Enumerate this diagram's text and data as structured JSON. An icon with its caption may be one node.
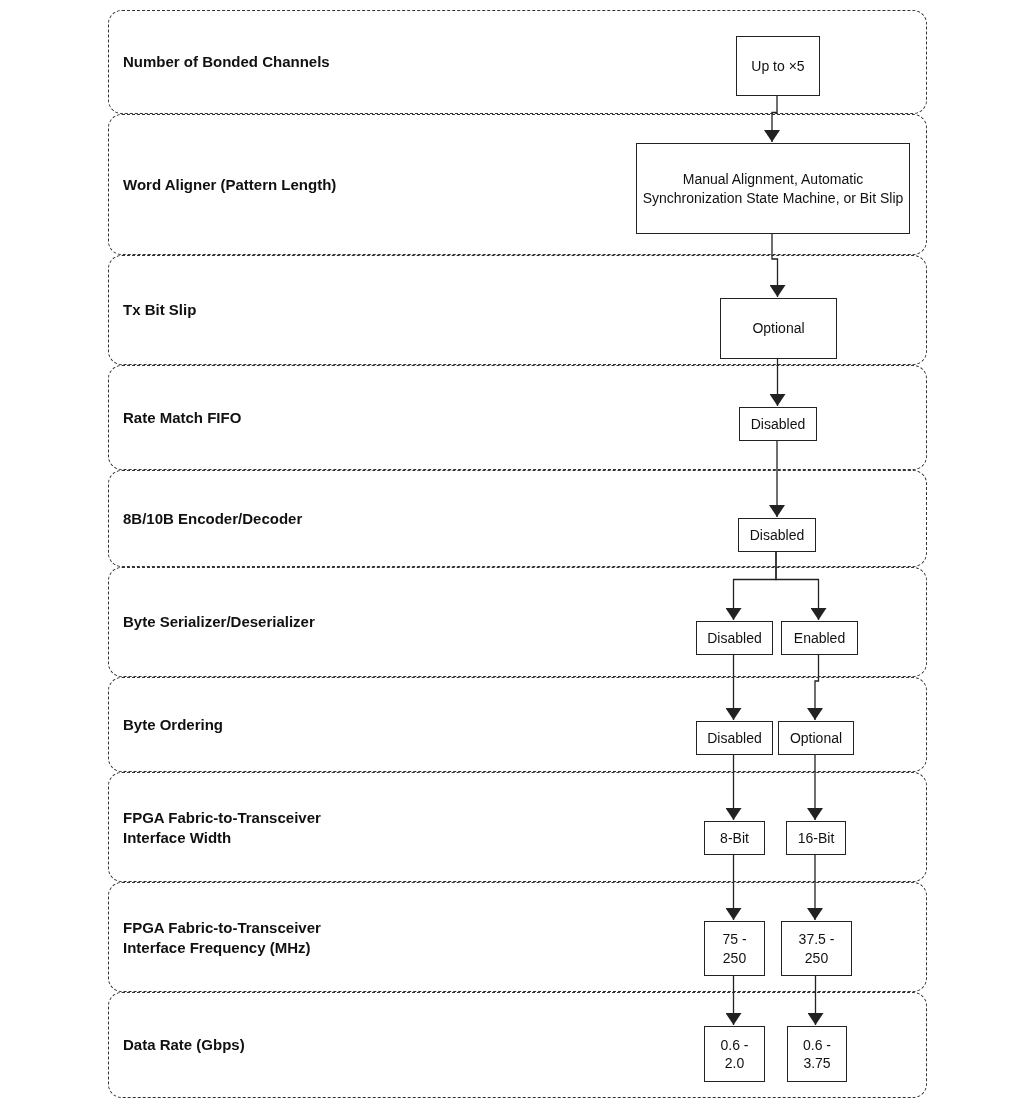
{
  "diagram": {
    "nodes": [
      {
        "text": [
          "Number of Bonded Channels"
        ]
      },
      {
        "text": [
          "Up to ×5"
        ],
        "in": 0
      },
      {
        "text": [
          "Word Aligner (Pattern Length)"
        ]
      },
      {
        "text": [
          "Manual Alignment, Automatic Synchronization State Machine, or Bit Slip"
        ],
        "in": 2
      },
      {
        "text": [
          "Tx Bit Slip"
        ]
      },
      {
        "text": [
          "Optional"
        ],
        "in": 4
      },
      {
        "text": [
          "Rate Match FIFO"
        ]
      },
      {
        "text": [
          "Disabled"
        ],
        "in": 6
      },
      {
        "text": [
          "8B/10B Encoder/Decoder"
        ]
      },
      {
        "text": [
          "Disabled"
        ],
        "in": 8
      },
      {
        "text": [
          "Byte Serializer/Deserializer"
        ]
      },
      {
        "text": [
          "Disabled"
        ],
        "in": 10
      },
      {
        "text": [
          "Enabled"
        ],
        "in": 10
      },
      {
        "text": [
          "Byte Ordering"
        ]
      },
      {
        "text": [
          "Disabled"
        ],
        "in": 13
      },
      {
        "text": [
          "Optional"
        ],
        "in": 13
      },
      {
        "text": [
          "FPGA Fabric-to-Transceiver Interface Width"
        ]
      },
      {
        "text": [
          "8-Bit"
        ],
        "in": 16
      },
      {
        "text": [
          "16-Bit"
        ],
        "in": 16
      },
      {
        "text": [
          "FPGA Fabric-to-Transceiver Interface Frequency (MHz)"
        ]
      },
      {
        "text": [
          "75 - 250"
        ],
        "in": 19
      },
      {
        "text": [
          "37.5 - 250"
        ],
        "in": 19
      },
      {
        "text": [
          "Data Rate (Gbps)"
        ]
      },
      {
        "text": [
          "0.6 - 2.0"
        ],
        "in": 22
      },
      {
        "text": [
          "0.6 - 3.75"
        ],
        "in": 22
      }
    ],
    "edges": [
      {
        "from": 1,
        "to": 3,
        "arrow": "to"
      },
      {
        "from": 3,
        "to": 5,
        "arrow": "to"
      },
      {
        "from": 5,
        "to": 7,
        "arrow": "to"
      },
      {
        "from": 7,
        "to": 9,
        "arrow": "to"
      },
      {
        "from": 9,
        "to": 11,
        "arrow": "to"
      },
      {
        "from": 9,
        "to": 12,
        "arrow": "to"
      },
      {
        "from": 11,
        "to": 14,
        "arrow": "to"
      },
      {
        "from": 12,
        "to": 15,
        "arrow": "to"
      },
      {
        "from": 14,
        "to": 17,
        "arrow": "to"
      },
      {
        "from": 15,
        "to": 18,
        "arrow": "to"
      },
      {
        "from": 17,
        "to": 20,
        "arrow": "to"
      },
      {
        "from": 18,
        "to": 21,
        "arrow": "to"
      },
      {
        "from": 20,
        "to": 23,
        "arrow": "to"
      },
      {
        "from": 21,
        "to": 24,
        "arrow": "to"
      }
    ]
  }
}
